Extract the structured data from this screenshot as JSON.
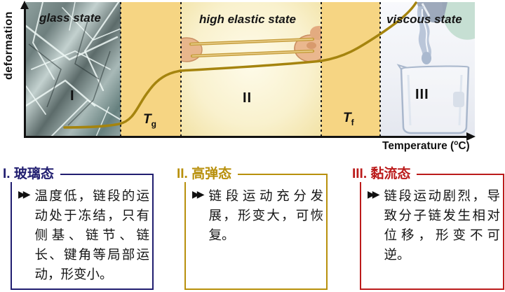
{
  "figure": {
    "y_axis_label": "deformation",
    "x_axis": {
      "label": "Temperature (",
      "sup": "o",
      "end": "C)"
    },
    "states": [
      {
        "label": "glass state",
        "numeral": "I"
      },
      {
        "label": "high elastic state",
        "numeral": "II"
      },
      {
        "label": "viscous state",
        "numeral": "III"
      }
    ],
    "transitions": [
      {
        "symbol": "T",
        "sub": "g"
      },
      {
        "symbol": "T",
        "sub": "f"
      }
    ],
    "colors": {
      "curve": "#A5840E",
      "band": "#F6D583"
    }
  },
  "notes": [
    {
      "heading": "I. 玻璃态",
      "bullet": "▶▶",
      "color": "#211E70",
      "text": "温度低，链段的运动处于冻结，只有侧基、链节、链长、键角等局部运动，形变小。"
    },
    {
      "heading": "II. 高弹态",
      "bullet": "▶▶",
      "color": "#B8900C",
      "text": "链段运动充分发展，形变大，可恢复。"
    },
    {
      "heading": "III. 黏流态",
      "bullet": "▶▶",
      "color": "#BB1B1B",
      "text": "链段运动剧烈，导致分子链发生相对位移，形变不可逆。"
    }
  ]
}
